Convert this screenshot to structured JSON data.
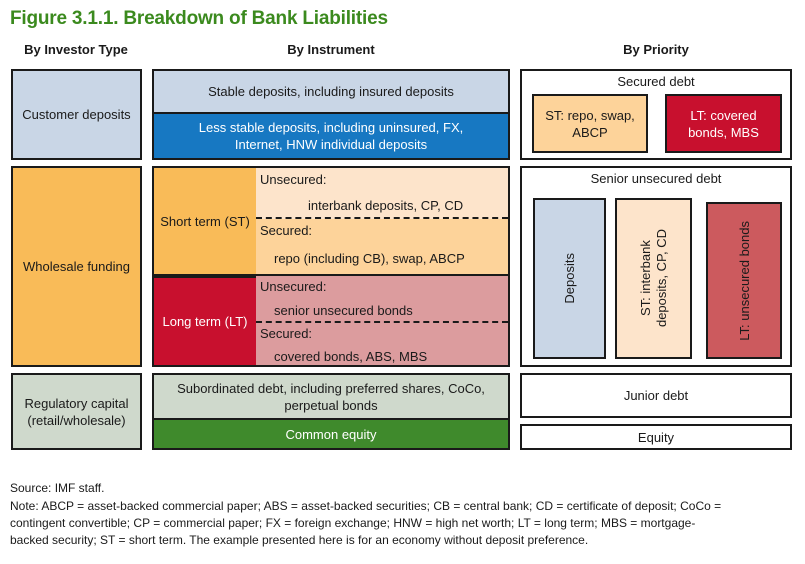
{
  "title": "Figure 3.1.1.  Breakdown of Bank Liabilities",
  "columns": {
    "investor": "By Investor Type",
    "instrument": "By Instrument",
    "priority": "By Priority"
  },
  "investor_types": {
    "customer": "Customer deposits",
    "wholesale": "Wholesale funding",
    "regulatory_line1": "Regulatory capital",
    "regulatory_line2": "(retail/wholesale)"
  },
  "instruments": {
    "stable": "Stable deposits, including insured deposits",
    "less_stable_line1": "Less stable deposits, including uninsured, FX,",
    "less_stable_line2": "Internet, HNW individual deposits",
    "short_term": "Short term (ST)",
    "st_unsecured_label": "Unsecured:",
    "st_unsecured_text": "interbank deposits, CP, CD",
    "st_secured_label": "Secured:",
    "st_secured_text": "repo (including CB), swap, ABCP",
    "long_term": "Long term (LT)",
    "lt_unsecured_label": "Unsecured:",
    "lt_unsecured_text": "senior unsecured bonds",
    "lt_secured_label": "Secured:",
    "lt_secured_text": "covered bonds, ABS, MBS",
    "subordinated_line1": "Subordinated debt, including preferred shares, CoCo,",
    "subordinated_line2": "perpetual bonds",
    "common_equity": "Common equity"
  },
  "priority": {
    "secured_debt": "Secured debt",
    "st_repo_line1": "ST: repo, swap,",
    "st_repo_line2": "ABCP",
    "lt_covered_line1": "LT: covered",
    "lt_covered_line2": "bonds, MBS",
    "senior_unsecured": "Senior unsecured debt",
    "deposits": "Deposits",
    "st_interbank_line1": "ST: interbank",
    "st_interbank_line2": "deposits, CP, CD",
    "lt_unsecured_bonds": "LT: unsecured bonds",
    "junior_debt": "Junior debt",
    "equity": "Equity"
  },
  "footer": {
    "source": "Source: IMF staff.",
    "note_line1": "Note: ABCP = asset-backed commercial paper; ABS = asset-backed securities; CB = central bank; CD = certificate of deposit; CoCo =",
    "note_line2": "contingent convertible; CP = commercial paper; FX = foreign exchange; HNW = high net worth; LT = long term; MBS = mortgage-",
    "note_line3": "backed security; ST = short term. The example presented here is for an economy without deposit preference."
  },
  "colors": {
    "title_green": "#3b8a1e",
    "light_blue": "#c9d6e6",
    "blue": "#1778c2",
    "orange": "#f9bb58",
    "peach": "#fde4cb",
    "light_orange": "#fdd39a",
    "crimson": "#c8102e",
    "pink": "#dc9c9e",
    "gray_green": "#cfd9cc",
    "dark_green": "#3f8a2c",
    "lt_red": "#cc5a5e"
  }
}
